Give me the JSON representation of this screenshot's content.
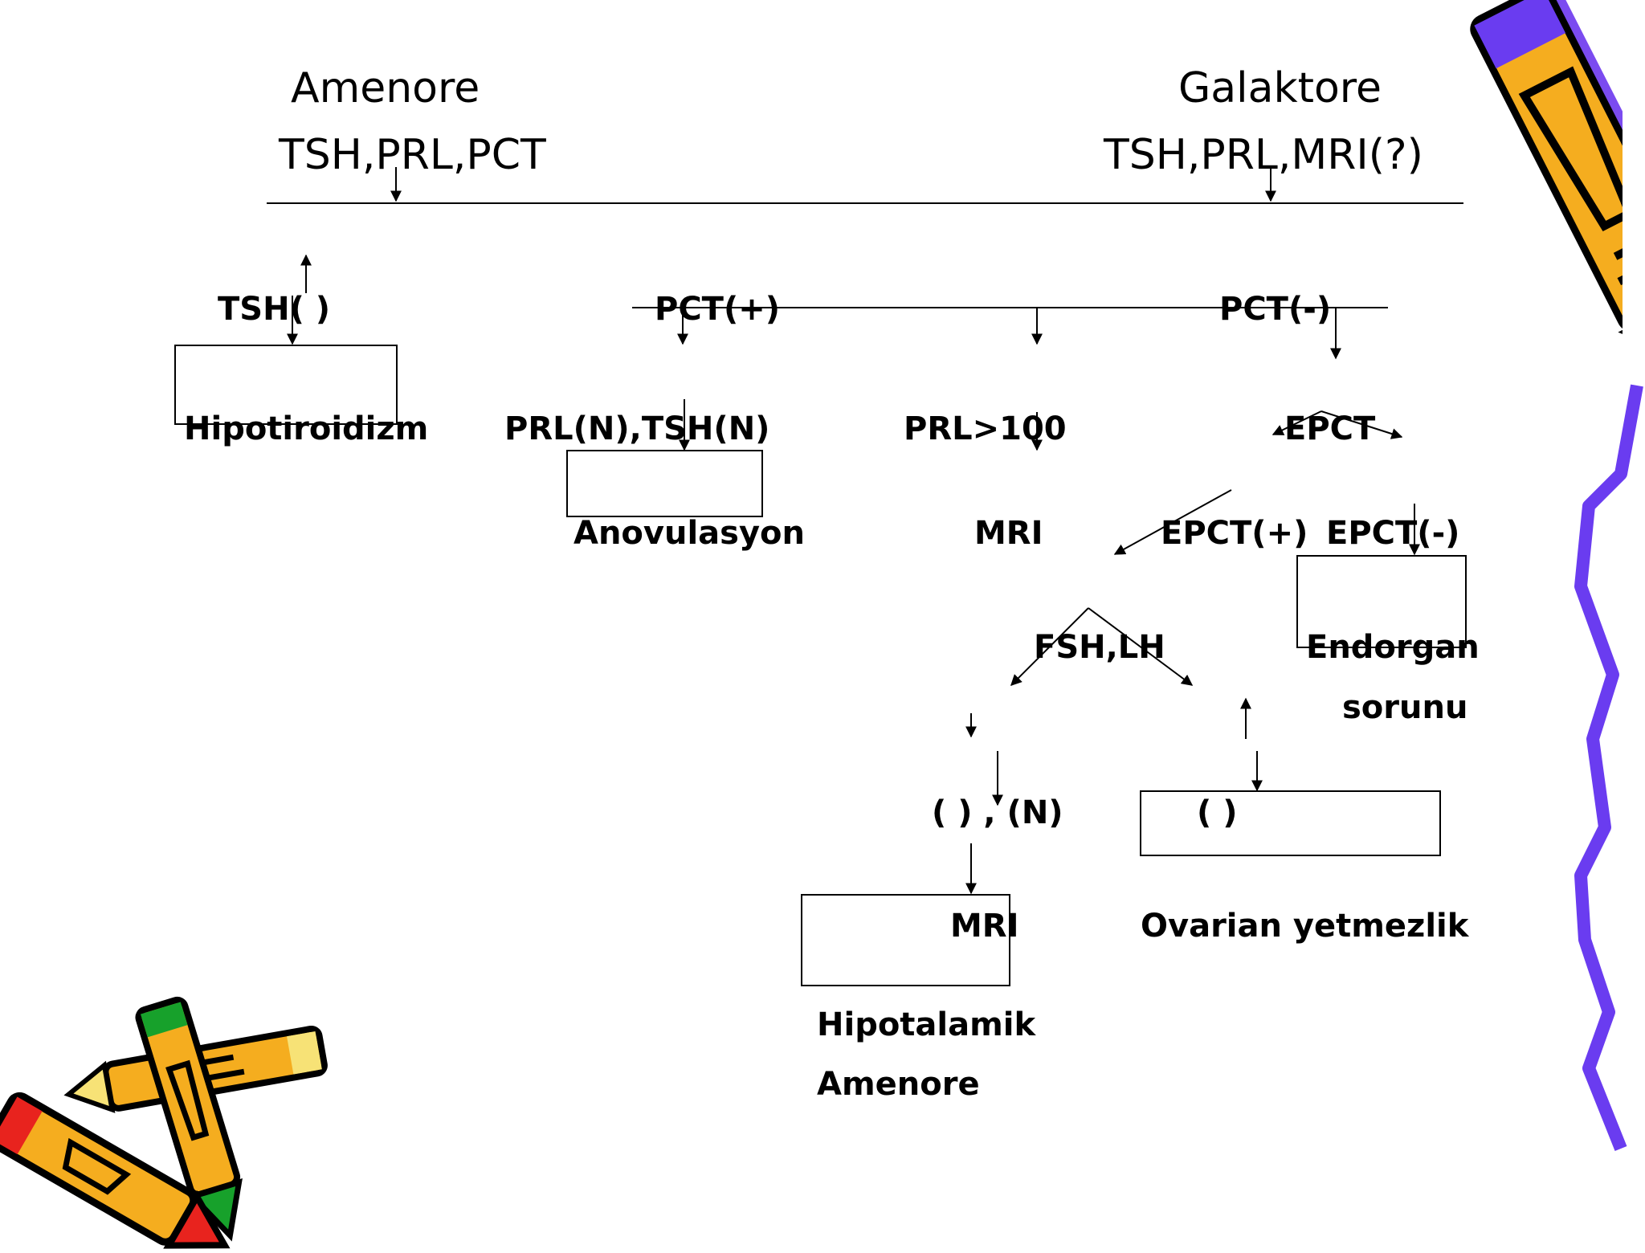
{
  "header": {
    "left_title": "Amenore",
    "left_tests": "TSH,PRL,PCT",
    "right_title": "Galaktore",
    "right_tests": "TSH,PRL,MRI(?)"
  },
  "branches": {
    "tsh": "TSH(   )",
    "pct_pos": "PCT(+)",
    "pct_neg": "PCT(-)",
    "hipotiroidizm": "Hipotiroidizm",
    "prl_tsh_normal": "PRL(N),TSH(N)",
    "anovulasyon": "Anovulasyon",
    "prl_100": "PRL>100",
    "mri_1": "MRI",
    "epct": "EPCT",
    "epct_pos": "EPCT(+)",
    "epct_neg": "EPCT(-)",
    "endorgan": "Endorgan",
    "sorunu": "sorunu",
    "fsh_lh": "FSH,LH",
    "low_n": "(    ) , (N)",
    "high": "(    )",
    "mri_2": "MRI",
    "ovarian": "Ovarian yetmezlik",
    "hipotalamik": "Hipotalamik",
    "amenore_2": "Amenore"
  },
  "clipart": {
    "pencil_top_right": "pencil-icon",
    "pencils_bottom_left": "crossed-pencils-icon",
    "squiggle_right": "squiggle-icon",
    "colors": {
      "pencil_body": "#f5ad1f",
      "squiggle": "#6a3cf0",
      "pencil_tip_red": "#e8231e",
      "pencil_tip_green": "#17a12b",
      "pencil_accent": "#7b4bf0"
    }
  }
}
